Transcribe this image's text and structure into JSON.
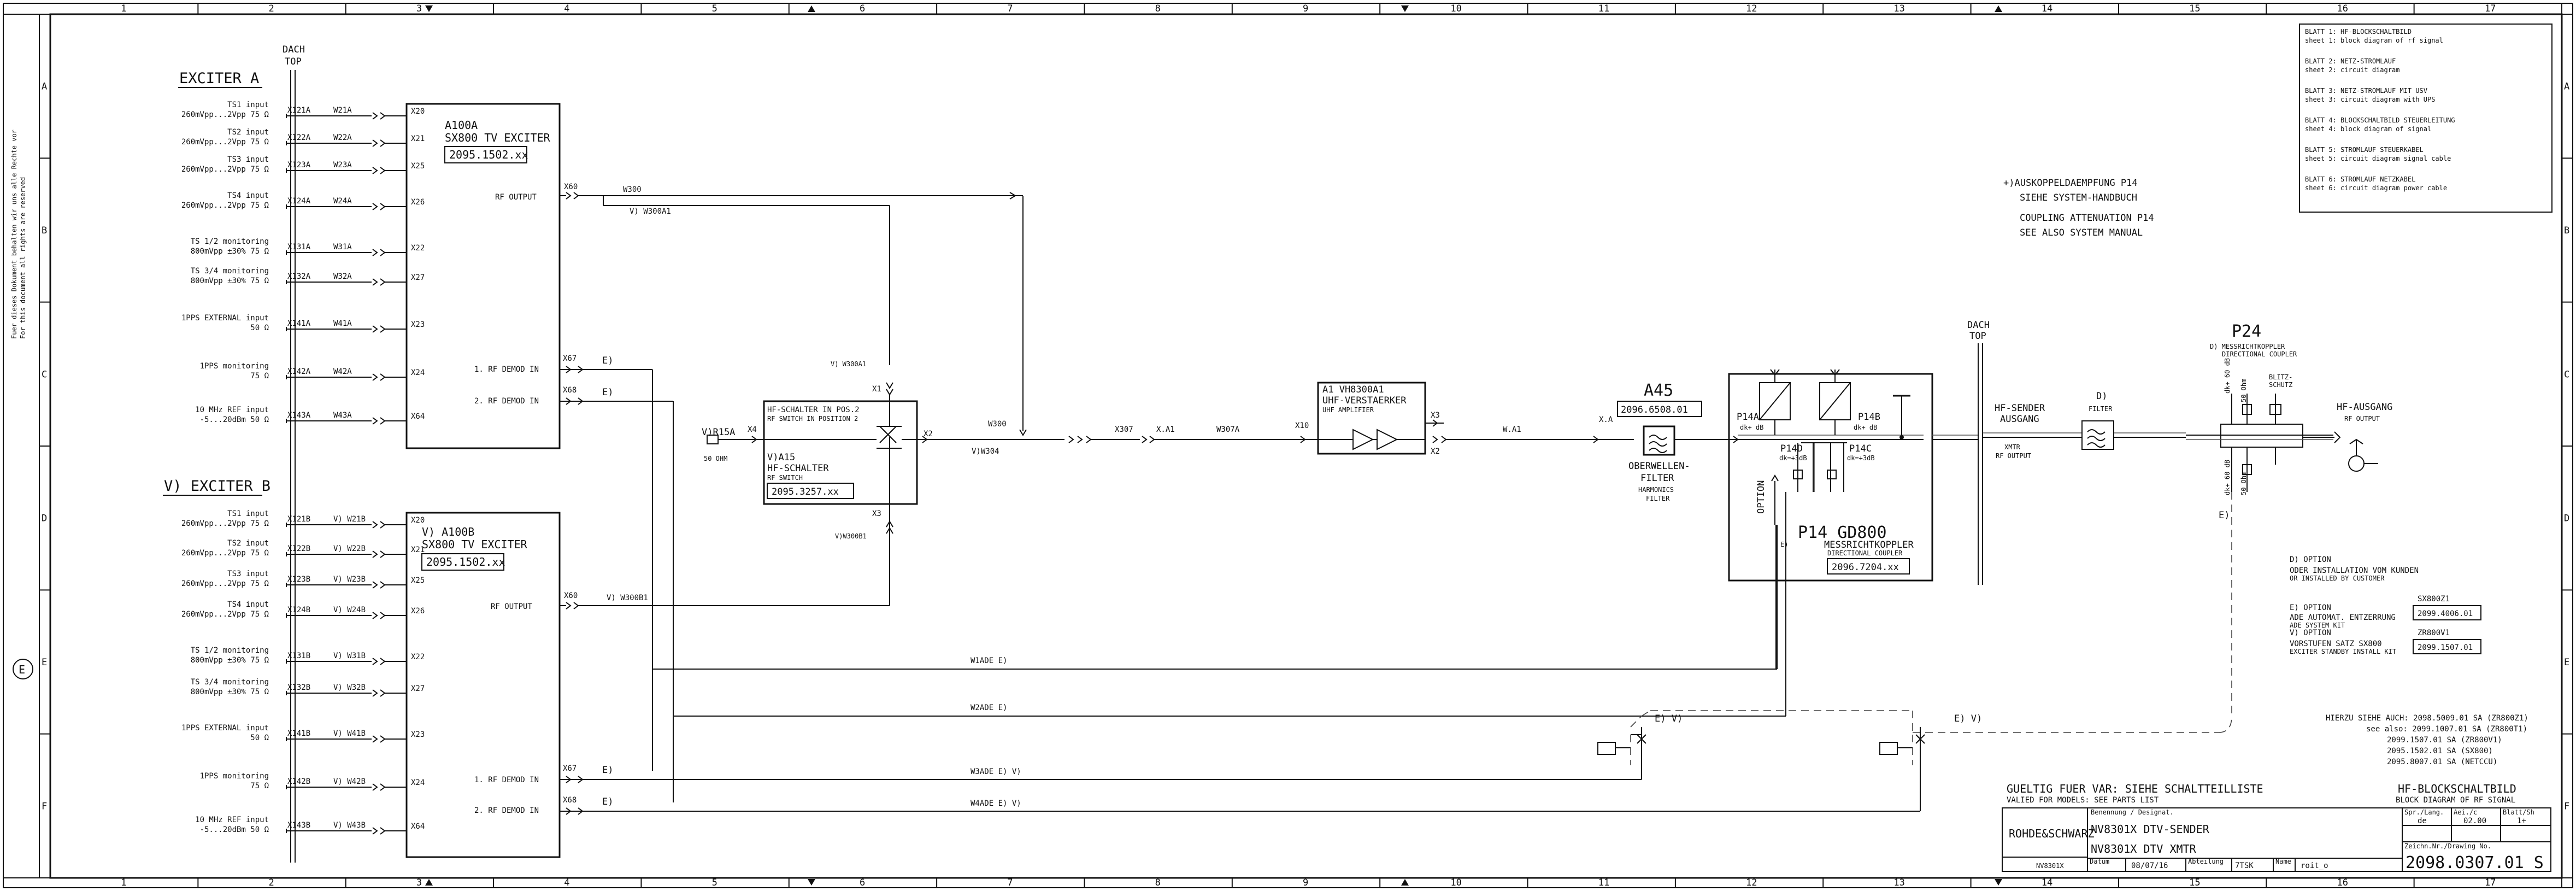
{
  "colors": {
    "ink": "#111111",
    "paper": "#ffffff",
    "grid": "#555555"
  },
  "frame": {
    "columns": [
      "1",
      "2",
      "3",
      "4",
      "5",
      "6",
      "7",
      "8",
      "9",
      "10",
      "11",
      "12",
      "13",
      "14",
      "15",
      "16",
      "17"
    ],
    "rows": [
      "A",
      "B",
      "C",
      "D",
      "E",
      "F"
    ]
  },
  "margin_note": {
    "line1": "Fuer dieses Dokument behalten wir uns alle Rechte vor",
    "line2": "For this document all rights are reserved"
  },
  "sheet_index": [
    {
      "de": "BLATT 1:   HF-BLOCKSCHALTBILD",
      "en": "sheet 1:   block diagram of rf signal"
    },
    {
      "de": "BLATT 2:   NETZ-STROMLAUF",
      "en": "sheet 2:   circuit diagram"
    },
    {
      "de": "BLATT 3:   NETZ-STROMLAUF MIT USV",
      "en": "sheet 3:   circuit diagram with UPS"
    },
    {
      "de": "BLATT 4:   BLOCKSCHALTBILD STEUERLEITUNG",
      "en": "sheet 4:   block diagram of signal"
    },
    {
      "de": "BLATT 5:   STROMLAUF STEUERKABEL",
      "en": "sheet 5:   circuit diagram signal cable"
    },
    {
      "de": "BLATT 6:   STROMLAUF NETZKABEL",
      "en": "sheet 6:   circuit diagram power cable"
    }
  ],
  "coupling_note": [
    "+)AUSKOPPELDAEMPFUNG  P14",
    "SIEHE SYSTEM-HANDBUCH",
    "COUPLING ATTENUATION  P14",
    "SEE ALSO SYSTEM MANUAL"
  ],
  "dach_top": [
    "DACH",
    "TOP"
  ],
  "exciter_a": {
    "title": "EXCITER A",
    "inputs": [
      {
        "label": "TS1 input",
        "spec": "260mVpp...2Vpp 75 Ω",
        "conn": "X121A",
        "cable": "W21A",
        "port": "X20"
      },
      {
        "label": "TS2 input",
        "spec": "260mVpp...2Vpp 75 Ω",
        "conn": "X122A",
        "cable": "W22A",
        "port": "X21"
      },
      {
        "label": "TS3 input",
        "spec": "260mVpp...2Vpp 75 Ω",
        "conn": "X123A",
        "cable": "W23A",
        "port": "X25"
      },
      {
        "label": "TS4 input",
        "spec": "260mVpp...2Vpp 75 Ω",
        "conn": "X124A",
        "cable": "W24A",
        "port": "X26"
      },
      {
        "label": "TS 1/2 monitoring",
        "spec": "800mVpp ±30% 75 Ω",
        "conn": "X131A",
        "cable": "W31A",
        "port": "X22"
      },
      {
        "label": "TS 3/4 monitoring",
        "spec": "800mVpp ±30% 75 Ω",
        "conn": "X132A",
        "cable": "W32A",
        "port": "X27"
      },
      {
        "label": "1PPS EXTERNAL input",
        "spec": "50 Ω",
        "conn": "X141A",
        "cable": "W41A",
        "port": "X23"
      },
      {
        "label": "1PPS monitoring",
        "spec": "75 Ω",
        "conn": "X142A",
        "cable": "W42A",
        "port": "X24"
      },
      {
        "label": "10 MHz REF input",
        "spec": "-5...20dBm 50 Ω",
        "conn": "X143A",
        "cable": "W43A",
        "port": "X64"
      }
    ],
    "block": {
      "ref": "A100A",
      "name": "SX800  TV EXCITER",
      "part": "2095.1502.xx"
    },
    "rf_output": "RF OUTPUT",
    "rf_conn": "X60",
    "cable_out": "W300",
    "cable_out2": "V) W300A1",
    "demod1": "1. RF DEMOD IN",
    "demod2": "2. RF DEMOD IN",
    "demod1_conn": "X67",
    "demod2_conn": "X68"
  },
  "exciter_b": {
    "title": "V) EXCITER B",
    "inputs": [
      {
        "label": "TS1 input",
        "spec": "260mVpp...2Vpp 75 Ω",
        "conn": "X121B",
        "cable": "V) W21B",
        "port": "X20"
      },
      {
        "label": "TS2 input",
        "spec": "260mVpp...2Vpp 75 Ω",
        "conn": "X122B",
        "cable": "V) W22B",
        "port": "X21"
      },
      {
        "label": "TS3 input",
        "spec": "260mVpp...2Vpp 75 Ω",
        "conn": "X123B",
        "cable": "V) W23B",
        "port": "X25"
      },
      {
        "label": "TS4 input",
        "spec": "260mVpp...2Vpp 75 Ω",
        "conn": "X124B",
        "cable": "V) W24B",
        "port": "X26"
      },
      {
        "label": "TS 1/2 monitoring",
        "spec": "800mVpp ±30% 75 Ω",
        "conn": "X131B",
        "cable": "V) W31B",
        "port": "X22"
      },
      {
        "label": "TS 3/4 monitoring",
        "spec": "800mVpp ±30% 75 Ω",
        "conn": "X132B",
        "cable": "V) W32B",
        "port": "X27"
      },
      {
        "label": "1PPS EXTERNAL input",
        "spec": "50 Ω",
        "conn": "X141B",
        "cable": "V) W41B",
        "port": "X23"
      },
      {
        "label": "1PPS monitoring",
        "spec": "75 Ω",
        "conn": "X142B",
        "cable": "V) W42B",
        "port": "X24"
      },
      {
        "label": "10 MHz REF input",
        "spec": "-5...20dBm 50 Ω",
        "conn": "X143B",
        "cable": "V) W43B",
        "port": "X64"
      }
    ],
    "block": {
      "ref": "V) A100B",
      "name": "SX800  TV EXCITER",
      "part": "2095.1502.xx"
    },
    "rf_output": "RF OUTPUT",
    "rf_conn": "X60",
    "cable_out": "V) W300B1",
    "demod1": "1. RF DEMOD IN",
    "demod2": "2. RF DEMOD IN",
    "demod1_conn": "X67",
    "demod2_conn": "X68"
  },
  "hf_switch": {
    "title": "HF-SCHALTER IN POS.2",
    "subtitle": "RF SWITCH IN POSITION 2",
    "ref": "V)A15",
    "name": "HF-SCHALTER",
    "name_en": "RF SWITCH",
    "part": "2095.3257.xx",
    "top_cable": "V) W300A1",
    "bottom_cable": "V)W300B1",
    "x1": "X1",
    "x2": "X2",
    "x3": "X3",
    "x4": "X4",
    "load": "V)R15A",
    "load_value": "50 OHM"
  },
  "mid_cables": {
    "w300": "W300",
    "vw304": "V)W304",
    "x307": "X307",
    "xa1": "X.A1",
    "w307a": "W307A",
    "x10": "X10"
  },
  "amplifier": {
    "ref": "A1 VH8300A1",
    "name": "UHF-VERSTAERKER",
    "name_en": "UHF AMPLIFIER",
    "x3": "X3",
    "x2": "X2",
    "wa1": "W.A1",
    "xa": "X.A"
  },
  "filter": {
    "ref": "A45",
    "part": "2096.6508.01",
    "name1": "OBERWELLEN-",
    "name2": "FILTER",
    "name_en1": "HARMONICS",
    "name_en2": "FILTER"
  },
  "coupler": {
    "ref": "P14  GD800",
    "name": "MESSRICHTKOPPLER",
    "name_en": "DIRECTIONAL COUPLER",
    "part": "2096.7204.xx",
    "p14a": "P14A",
    "p14a_db": "dk+ dB",
    "p14b": "P14B",
    "p14b_db": "dk+ dB",
    "p14c": "P14C",
    "p14c_db": "dk=+3dB",
    "p14d": "P14D",
    "p14d_db": "dk=+3dB",
    "option": "OPTION",
    "e_mark": "E)"
  },
  "dach_top2": [
    "DACH",
    "TOP"
  ],
  "rf_exit": {
    "name": "HF-SENDER",
    "name2": "AUSGANG",
    "xmtr": "XMTR",
    "rf_out": "RF OUTPUT"
  },
  "filter2": {
    "label": "D)",
    "name": "FILTER"
  },
  "p24": {
    "ref": "P24",
    "prefix": "D) MESSRICHTKOPPLER",
    "name_en": "DIRECTIONAL COUPLER",
    "blitz": "BLITZ-",
    "blitz2": "SCHUTZ",
    "db_top": "dk+ 60 dB",
    "ohm_top": "50 Ohm",
    "db_bottom": "dk+ 60 dB",
    "ohm_bottom": "50 Ohm",
    "e_mark": "E)"
  },
  "hf_out": {
    "name": "HF-AUSGANG",
    "name_en": "RF OUTPUT"
  },
  "monitoring": {
    "w1ade": "W1ADE E)",
    "w2ade": "W2ADE E)",
    "w3ade": "W3ADE E) V)",
    "w4ade": "W4ADE E) V)",
    "e_v1": "E) V)",
    "e_v2": "E) V)"
  },
  "exciter_a_links": {
    "e1": "E)",
    "e2": "E)"
  },
  "exciter_b_links": {
    "e1": "E)",
    "e2": "E)"
  },
  "options": {
    "d_line1": "D) OPTION",
    "d_line2": "ODER INSTALLATION VOM KUNDEN",
    "d_line3": "OR INSTALLED BY CUSTOMER",
    "e_line1": "E) OPTION",
    "e_line2": "ADE AUTOMAT. ENTZERRUNG",
    "e_line3": "ADE  SYSTEM KIT",
    "e_code": "SX800Z1",
    "e_part": "2099.4006.01",
    "v_line1": "V) OPTION",
    "v_line2": "VORSTUFEN SATZ  SX800",
    "v_line3": "EXCITER STANDBY INSTALL KIT",
    "v_code": "ZR800V1",
    "v_part": "2099.1507.01"
  },
  "see_also": [
    "HIERZU SIEHE AUCH: 2098.5009.01 SA (ZR800Z1)",
    "see also: 2099.1007.01 SA (ZR800T1)",
    "2099.1507.01 SA (ZR800V1)",
    "2095.1502.01 SA (SX800)",
    "2095.8007.01 SA (NETCCU)"
  ],
  "title_block": {
    "valid_de": "GUELTIG FUER VAR: SIEHE SCHALTTEILLISTE",
    "valid_en": "VALIED FOR MODELS: SEE PARTS LIST",
    "title": "HF-BLOCKSCHALTBILD",
    "title_en": "BLOCK DIAGRAM OF RF SIGNAL",
    "company": "ROHDE&SCHWARZ",
    "benennung": "Benennung / Designat.",
    "model1": "NV8301X    DTV-SENDER",
    "model2": "NV8301X    DTV  XMTR",
    "model_small": "NV8301X",
    "sprache_label": "Spr./Lang.",
    "sprache": "de",
    "aend_label": "Aei./c",
    "aend": "02.00",
    "blatt_label": "Blatt/Sh",
    "blatt": "1+",
    "datum_label": "Datum",
    "datum": "08/07/16",
    "abt_label": "Abteilung",
    "abt": "7TSK",
    "name_label": "Name",
    "name": "roit_o",
    "drawing_label": "Zeichn.Nr./Drawing No.",
    "drawing_no": "2098.0307.01 S"
  },
  "stamp": "E"
}
